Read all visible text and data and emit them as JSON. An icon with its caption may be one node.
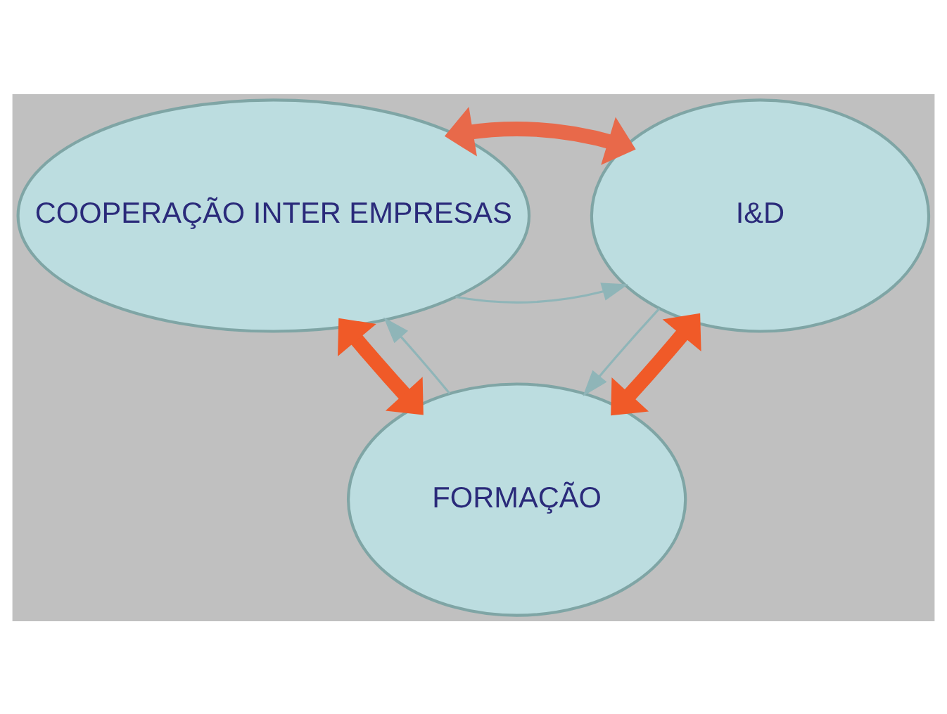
{
  "diagram": {
    "nodes": [
      {
        "text": [
          "COOPERAÇÃO INTER EMPRESAS"
        ]
      },
      {
        "text": [
          "I&D"
        ]
      },
      {
        "text": [
          "FORMAÇÃO"
        ]
      }
    ],
    "edges": [
      {
        "from": 0,
        "to": 1,
        "arrow": "to",
        "color": "#8fb5b8"
      },
      {
        "from": 1,
        "to": 2,
        "arrow": "to",
        "color": "#8fb5b8"
      },
      {
        "from": 2,
        "to": 0,
        "arrow": "to",
        "color": "#8fb5b8"
      },
      {
        "from": 0,
        "to": 1,
        "arrow": "both",
        "style": "thick",
        "color": "#e8694a"
      },
      {
        "from": 0,
        "to": 2,
        "arrow": "both",
        "style": "thick",
        "color": "#f05a28"
      },
      {
        "from": 1,
        "to": 2,
        "arrow": "both",
        "style": "thick",
        "color": "#f05a28"
      }
    ]
  }
}
